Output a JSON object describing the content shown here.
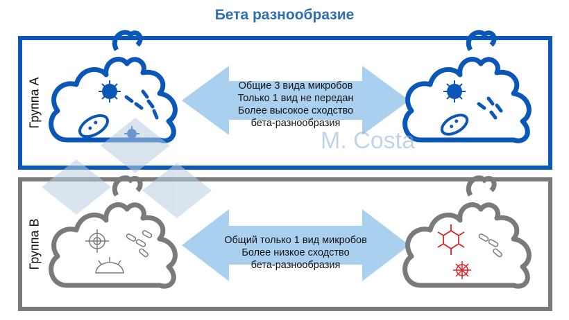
{
  "title": "Бета разнообразие",
  "watermark": {
    "text": "M. Costa"
  },
  "group_a": {
    "label": "Группа А",
    "lines": [
      "Общие 3 вида микробов",
      "Только 1 вид не передан",
      "Более высокое сходство",
      "бета-разнообразия"
    ]
  },
  "group_b": {
    "label": "Группа В",
    "lines": [
      "Общий только 1 вид микробов",
      "Более низкое сходство",
      "бета-разнообразия"
    ]
  },
  "colors": {
    "title": "#2f6db5",
    "panel_a_border": "#0b57b8",
    "panel_b_border": "#7a7a7a",
    "arrow": "#aad0f0",
    "microbe_blue": "#0b57b8",
    "microbe_gray": "#7a7a7a",
    "microbe_red": "#e02020"
  }
}
